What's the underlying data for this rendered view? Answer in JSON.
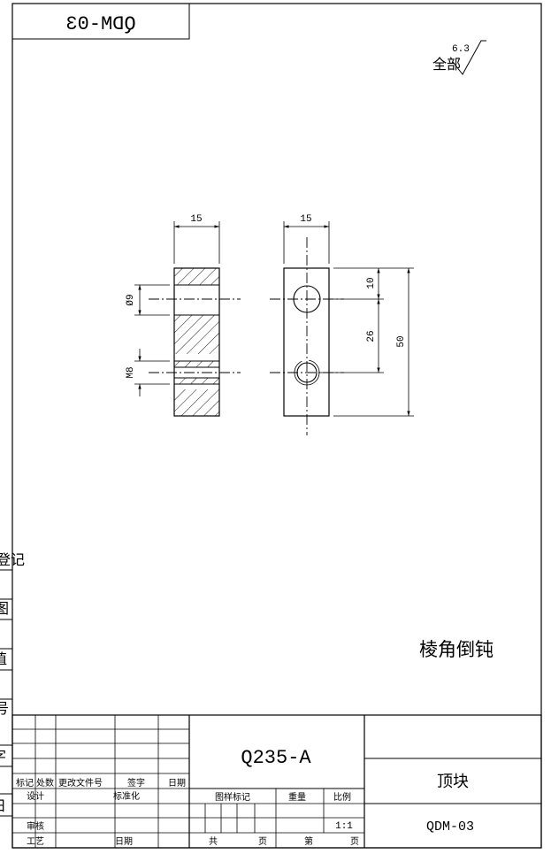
{
  "drawing": {
    "code_mirrored": "QDM-03",
    "roughness_prefix": "全部",
    "roughness_value": "6.3",
    "note": "棱角倒钝",
    "margin_labels": [
      "登记",
      "图",
      "值",
      "号",
      "字",
      "日"
    ]
  },
  "dimensions": {
    "side_width": "15",
    "front_width": "15",
    "hole_dia": "Ø9",
    "thread": "M8",
    "top_offset": "10",
    "hole_spacing": "26",
    "height": "50"
  },
  "title_block": {
    "material": "Q235-A",
    "name": "顶块",
    "code": "QDM-03",
    "mark_label": "图样标记",
    "weight_label": "重量",
    "scale_label": "比例",
    "scale_value": "1:1",
    "total_label": "共",
    "page_label": "页",
    "sheet_label": "第",
    "sheet_page_label": "页",
    "rev_labels": [
      "标记",
      "处数",
      "更改文件号",
      "签字",
      "日期"
    ],
    "design": "设计",
    "standardize": "标准化",
    "review": "审核",
    "process": "工艺",
    "date": "日期"
  }
}
